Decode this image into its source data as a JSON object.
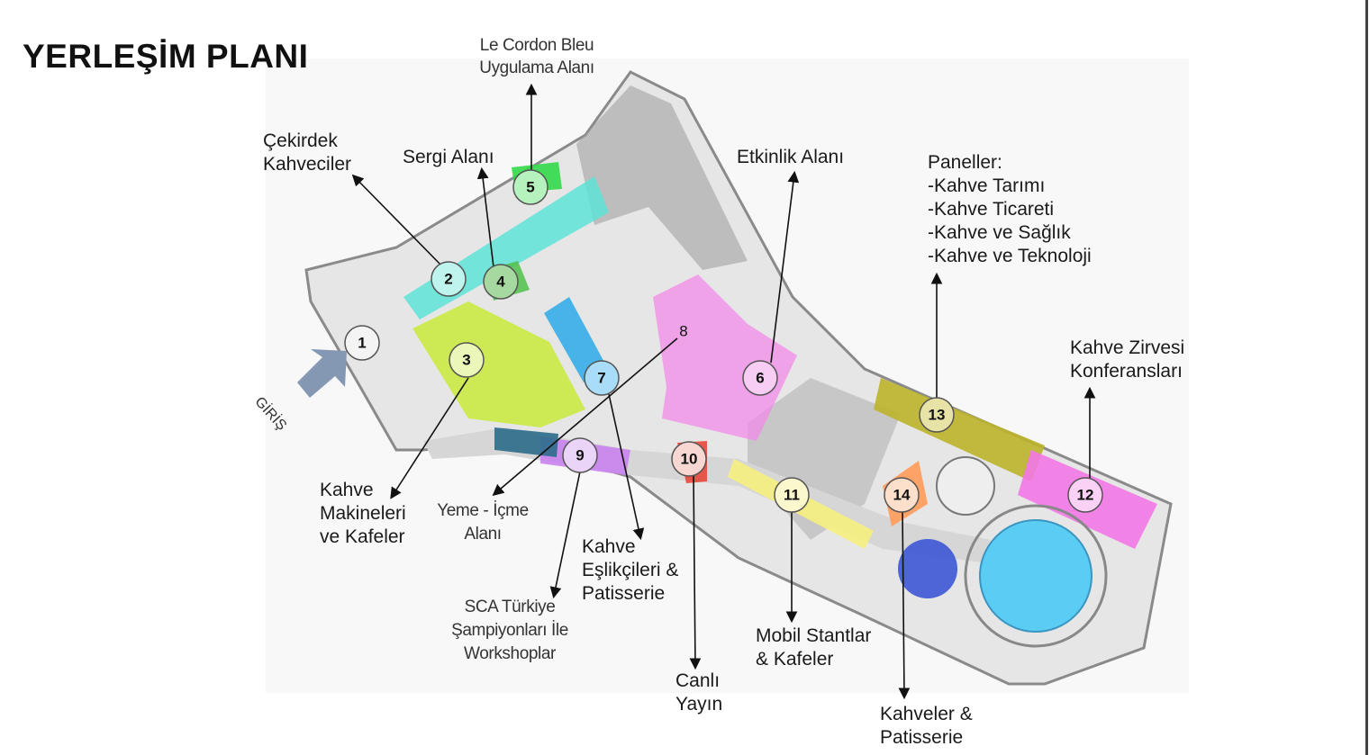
{
  "title": "YERLEŞİM PLANI",
  "entrance_label": "GİRİŞ",
  "zones": [
    {
      "number": "1",
      "color": "#ffffff"
    },
    {
      "number": "2",
      "color": "#5ee3d6"
    },
    {
      "number": "3",
      "color": "#c8ea3a"
    },
    {
      "number": "4",
      "color": "#4fbf4a"
    },
    {
      "number": "5",
      "color": "#33d94a"
    },
    {
      "number": "6",
      "color": "#f28be8"
    },
    {
      "number": "7",
      "color": "#2aa9e8"
    },
    {
      "number": "8",
      "color": "#ffffff"
    },
    {
      "number": "9",
      "color": "#c983f0"
    },
    {
      "number": "10",
      "color": "#e8473a"
    },
    {
      "number": "11",
      "color": "#f6ef7e"
    },
    {
      "number": "12",
      "color": "#f277e6"
    },
    {
      "number": "13",
      "color": "#bdb42a"
    },
    {
      "number": "14",
      "color": "#ff9b5a"
    }
  ],
  "labels": {
    "le_cordon": [
      "Le Cordon Bleu",
      "Uygulama Alanı"
    ],
    "cekirdek": [
      "Çekirdek",
      "Kahveciler"
    ],
    "sergi": [
      "Sergi Alanı"
    ],
    "etkinlik": [
      "Etkinlik Alanı"
    ],
    "paneller": [
      "Paneller:",
      "-Kahve Tarımı",
      "-Kahve Ticareti",
      "-Kahve ve Sağlık",
      "-Kahve ve Teknoloji"
    ],
    "zirve": [
      "Kahve Zirvesi",
      "Konferansları"
    ],
    "makineler": [
      "Kahve",
      "Makineleri",
      "ve Kafeler"
    ],
    "yeme": [
      "Yeme - İçme",
      "Alanı"
    ],
    "eslikci": [
      "Kahve",
      "Eşlikçileri &",
      "Patisserie"
    ],
    "sca": [
      "SCA Türkiye",
      "Şampiyonları İle",
      "Workshoplar"
    ],
    "canli": [
      "Canlı",
      "Yayın"
    ],
    "mobil": [
      "Mobil Stantlar",
      "& Kafeler"
    ],
    "kahveler": [
      "Kahveler &",
      "Patisserie"
    ]
  }
}
